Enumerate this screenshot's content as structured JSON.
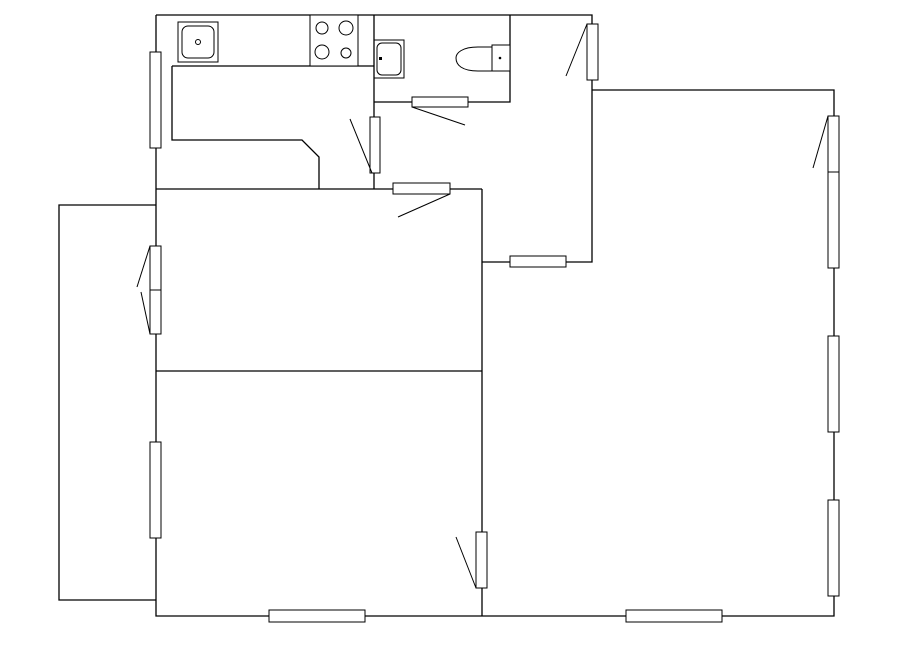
{
  "diagram": {
    "type": "floor-plan",
    "line_color": "#000000",
    "background": "#ffffff",
    "rooms": [
      "kitchen",
      "bathroom",
      "hall",
      "bedroom",
      "living-room",
      "corridor",
      "balcony"
    ],
    "fixtures": [
      "kitchen-sink",
      "cooktop",
      "bathroom-sink",
      "toilet"
    ]
  }
}
